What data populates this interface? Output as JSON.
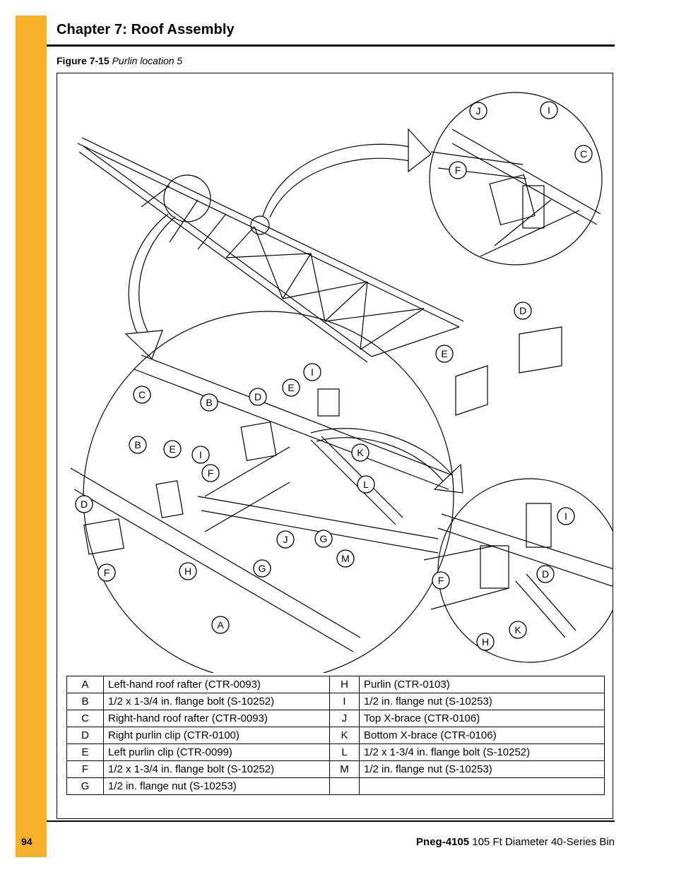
{
  "header": {
    "chapter_title": "Chapter 7: Roof Assembly"
  },
  "figure": {
    "number": "Figure 7-15",
    "title": "Purlin location 5",
    "callouts": {
      "top_detail": [
        "J",
        "I",
        "C",
        "F"
      ],
      "loose_clips": [
        "D",
        "E"
      ],
      "main_detail": [
        "C",
        "B",
        "D",
        "E",
        "I",
        "B",
        "E",
        "I",
        "F",
        "K",
        "L",
        "D",
        "J",
        "G",
        "M",
        "F",
        "H",
        "G",
        "A"
      ],
      "right_detail": [
        "I",
        "F",
        "D",
        "K",
        "H"
      ]
    }
  },
  "parts_table": {
    "rows": [
      {
        "key": "A",
        "desc": "Left-hand roof rafter (CTR-0093)",
        "key2": "H",
        "desc2": "Purlin (CTR-0103)"
      },
      {
        "key": "B",
        "desc": "1/2 x 1-3/4 in. flange bolt (S-10252)",
        "key2": "I",
        "desc2": "1/2 in. flange nut (S-10253)"
      },
      {
        "key": "C",
        "desc": "Right-hand roof rafter (CTR-0093)",
        "key2": "J",
        "desc2": "Top X-brace (CTR-0106)"
      },
      {
        "key": "D",
        "desc": "Right purlin clip (CTR-0100)",
        "key2": "K",
        "desc2": "Bottom X-brace (CTR-0106)"
      },
      {
        "key": "E",
        "desc": "Left purlin clip (CTR-0099)",
        "key2": "L",
        "desc2": "1/2 x 1-3/4 in. flange bolt (S-10252)"
      },
      {
        "key": "F",
        "desc": "1/2 x 1-3/4 in. flange bolt (S-10252)",
        "key2": "M",
        "desc2": "1/2 in. flange nut (S-10253)"
      },
      {
        "key": "G",
        "desc": "1/2 in. flange nut (S-10253)",
        "key2": "",
        "desc2": ""
      }
    ]
  },
  "footer": {
    "page_number": "94",
    "doc_id": "Pneg-4105",
    "doc_title": " 105 Ft Diameter 40-Series Bin"
  },
  "colors": {
    "accent_bar": "#f7b02b",
    "line": "#000000"
  }
}
